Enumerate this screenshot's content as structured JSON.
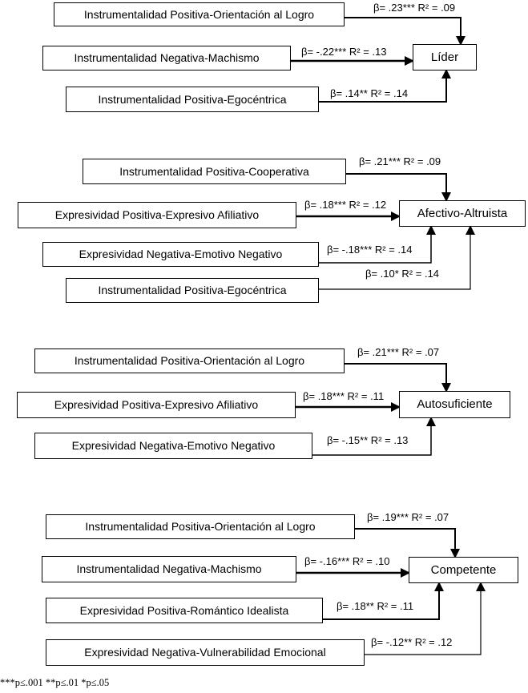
{
  "diagram": {
    "type": "path-model",
    "colors": {
      "background": "#ffffff",
      "box_fill": "#ffffff",
      "box_border": "#000000",
      "arrow": "#000000",
      "text": "#000000"
    },
    "footnote": "***p≤.001 **p≤.01 *p≤.05",
    "groups": [
      {
        "outcome": "Líder",
        "predictors": [
          {
            "label": "Instrumentalidad Positiva-Orientación al Logro",
            "stat": "β= .23*** R² = .09"
          },
          {
            "label": "Instrumentalidad Negativa-Machismo",
            "stat": "β= -.22*** R² = .13"
          },
          {
            "label": "Instrumentalidad Positiva-Egocéntrica",
            "stat": "β= .14** R² = .14"
          }
        ]
      },
      {
        "outcome": "Afectivo-Altruista",
        "predictors": [
          {
            "label": "Instrumentalidad Positiva-Cooperativa",
            "stat": "β= .21*** R² = .09"
          },
          {
            "label": "Expresividad Positiva-Expresivo Afiliativo",
            "stat": "β= .18*** R² = .12"
          },
          {
            "label": "Expresividad Negativa-Emotivo Negativo",
            "stat": "β= -.18*** R² = .14"
          },
          {
            "label": "Instrumentalidad Positiva-Egocéntrica",
            "stat": "β= .10* R² = .14"
          }
        ]
      },
      {
        "outcome": "Autosuficiente",
        "predictors": [
          {
            "label": "Instrumentalidad Positiva-Orientación al Logro",
            "stat": "β= .21*** R² = .07"
          },
          {
            "label": "Expresividad Positiva-Expresivo Afiliativo",
            "stat": "β= .18*** R² = .11"
          },
          {
            "label": "Expresividad Negativa-Emotivo Negativo",
            "stat": "β= -.15** R² = .13"
          }
        ]
      },
      {
        "outcome": "Competente",
        "predictors": [
          {
            "label": "Instrumentalidad Positiva-Orientación al Logro",
            "stat": "β= .19*** R² = .07"
          },
          {
            "label": "Instrumentalidad Negativa-Machismo",
            "stat": "β= -.16*** R² = .10"
          },
          {
            "label": "Expresividad Positiva-Romántico Idealista",
            "stat": "β= .18** R² = .11"
          },
          {
            "label": "Expresividad Negativa-Vulnerabilidad Emocional",
            "stat": "β= -.12** R² = .12"
          }
        ]
      }
    ]
  }
}
